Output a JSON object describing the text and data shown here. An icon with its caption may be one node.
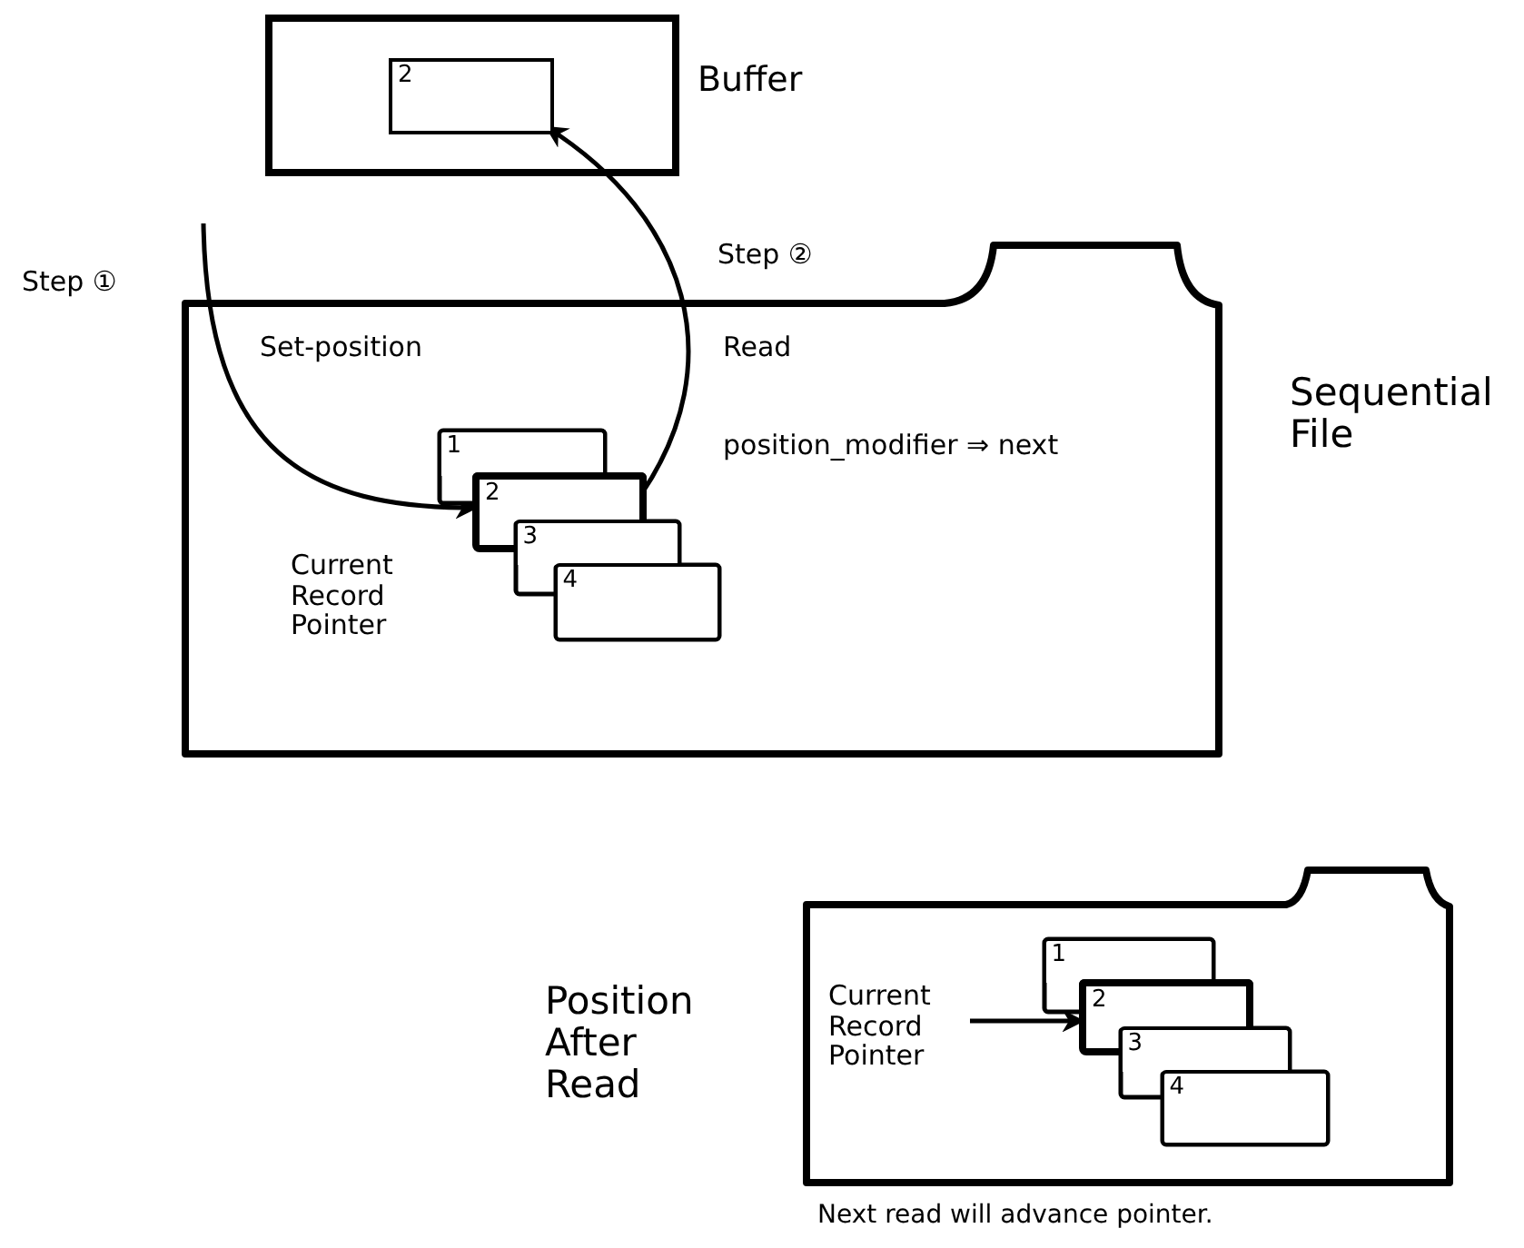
{
  "diagram": {
    "nodes": [
      {
        "text": [],
        "shape": "box",
        "beside": [
          "Buffer"
        ]
      },
      {
        "text": [
          "2"
        ],
        "in": 0
      },
      {
        "text": [
          "Set-position",
          "Read",
          "position_modifier ⇒ next",
          "Current Record Pointer"
        ],
        "beside": [
          "Sequential File"
        ]
      },
      {
        "text": [
          "1"
        ],
        "in": 2
      },
      {
        "text": [
          "2"
        ],
        "in": 2
      },
      {
        "text": [
          "3"
        ],
        "in": 2
      },
      {
        "text": [
          "4"
        ],
        "in": 2
      },
      {
        "text": [],
        "shape": "folder",
        "beside": [
          "Position After Read",
          "Next read will advance pointer."
        ]
      },
      {
        "text": [
          "Current Record Pointer"
        ],
        "in": 7
      },
      {
        "text": [
          "1"
        ],
        "in": 7
      },
      {
        "text": [
          "2"
        ],
        "in": 7
      },
      {
        "text": [
          "3"
        ],
        "in": 7
      },
      {
        "text": [
          "4"
        ],
        "in": 7
      }
    ],
    "edges": [
      {
        "from": null,
        "to": 4,
        "arrow": "to",
        "label": "Step ①"
      },
      {
        "from": 4,
        "to": 1,
        "arrow": "to",
        "label": "Step ②"
      },
      {
        "from": 8,
        "to": 10,
        "arrow": "to"
      }
    ]
  }
}
